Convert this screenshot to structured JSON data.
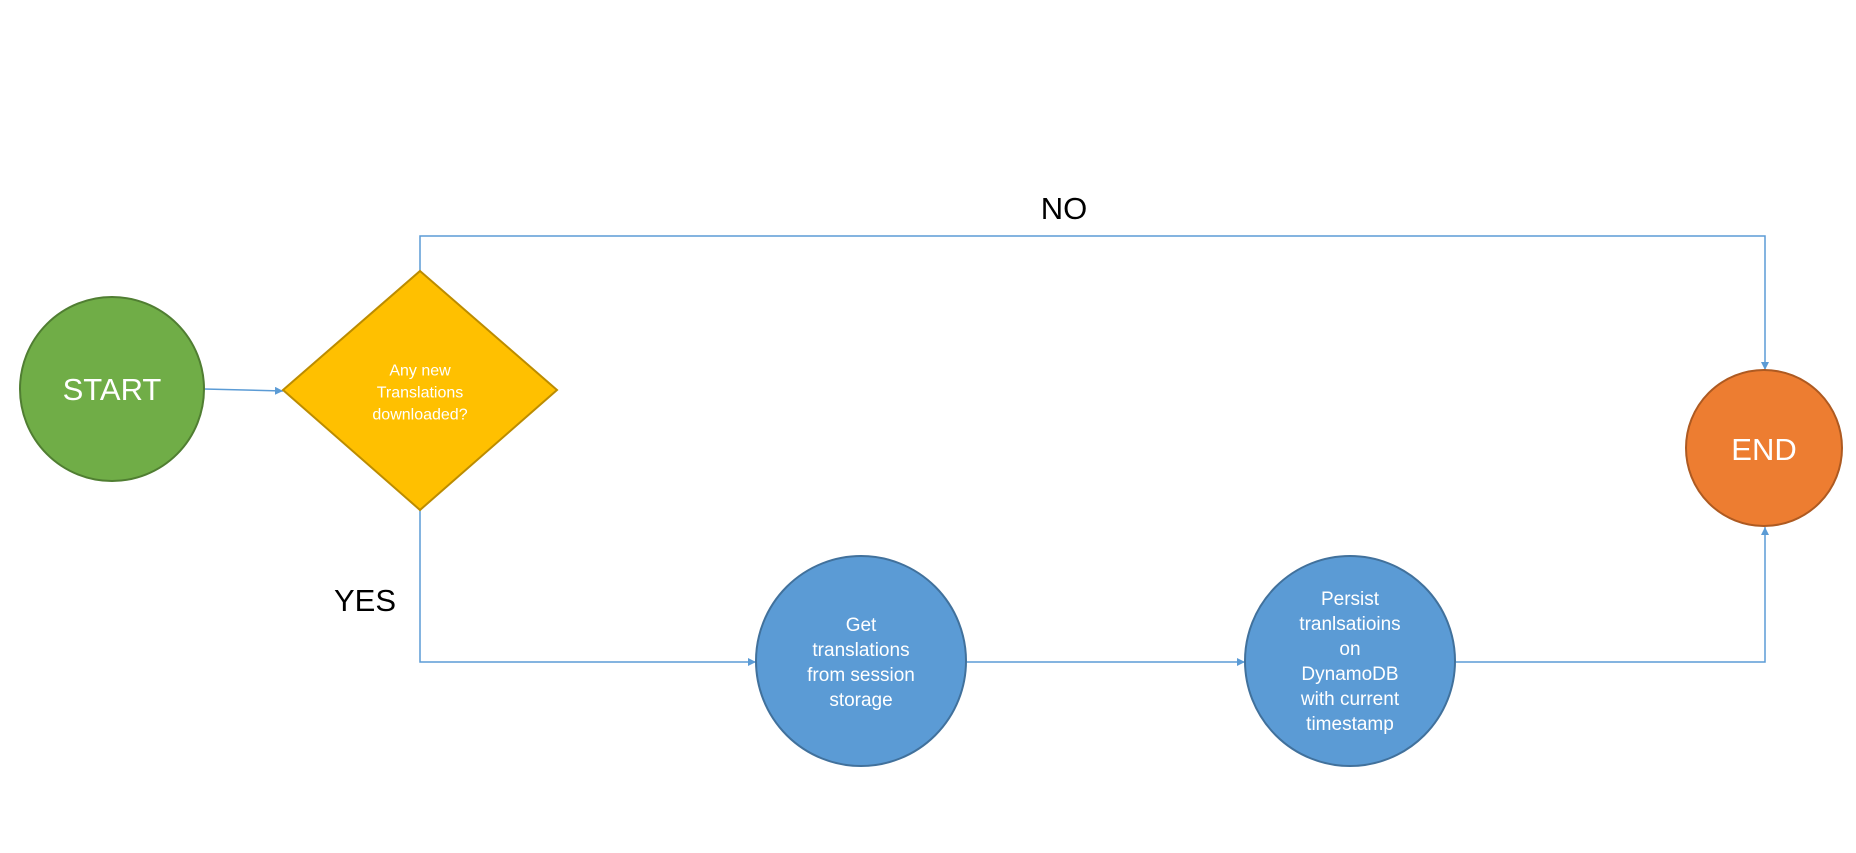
{
  "diagram": {
    "nodes": {
      "start": {
        "label": [
          "START"
        ],
        "color": "#70ad47",
        "border": "#507e32"
      },
      "decision": {
        "label": [
          "Any new",
          "Translations",
          "downloaded?"
        ],
        "color": "#ffc000",
        "border": "#bc8c00"
      },
      "get": {
        "label": [
          "Get",
          "translations",
          "from session",
          "storage"
        ],
        "color": "#5b9bd5",
        "border": "#41719c"
      },
      "persist": {
        "label": [
          "Persist",
          "tranlsatioins",
          "on",
          "DynamoDB",
          "with current",
          "timestamp"
        ],
        "color": "#5b9bd5",
        "border": "#41719c"
      },
      "end": {
        "label": [
          "END"
        ],
        "color": "#ed7d31",
        "border": "#ae5a21"
      }
    },
    "edges": {
      "no_label": "NO",
      "yes_label": "YES"
    },
    "edge_color": "#5b9bd5"
  }
}
